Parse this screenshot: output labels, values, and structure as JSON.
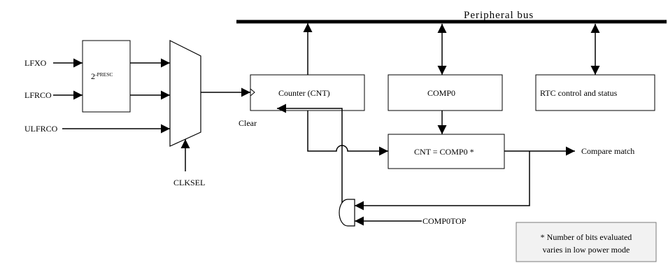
{
  "diagram": {
    "bus_label": "Peripheral bus",
    "inputs": [
      "LFXO",
      "LFRCO",
      "ULFRCO"
    ],
    "prescaler": {
      "base": "2",
      "exponent": "-PRESC"
    },
    "clksel_label": "CLKSEL",
    "counter_label": "Counter (CNT)",
    "comp0_label": "COMP0",
    "rtc_label": "RTC control and status",
    "compare_label": "CNT = COMP0 *",
    "compare_match_label": "Compare match",
    "clear_label": "Clear",
    "comp0top_label": "COMP0TOP",
    "footnote": {
      "line1": "* Number of bits evaluated",
      "line2": "varies in low power mode"
    }
  },
  "colors": {
    "line": "#000000",
    "box_fill": "#ffffff",
    "note_fill": "#f2f2f2",
    "note_border": "#7a7a7a"
  }
}
